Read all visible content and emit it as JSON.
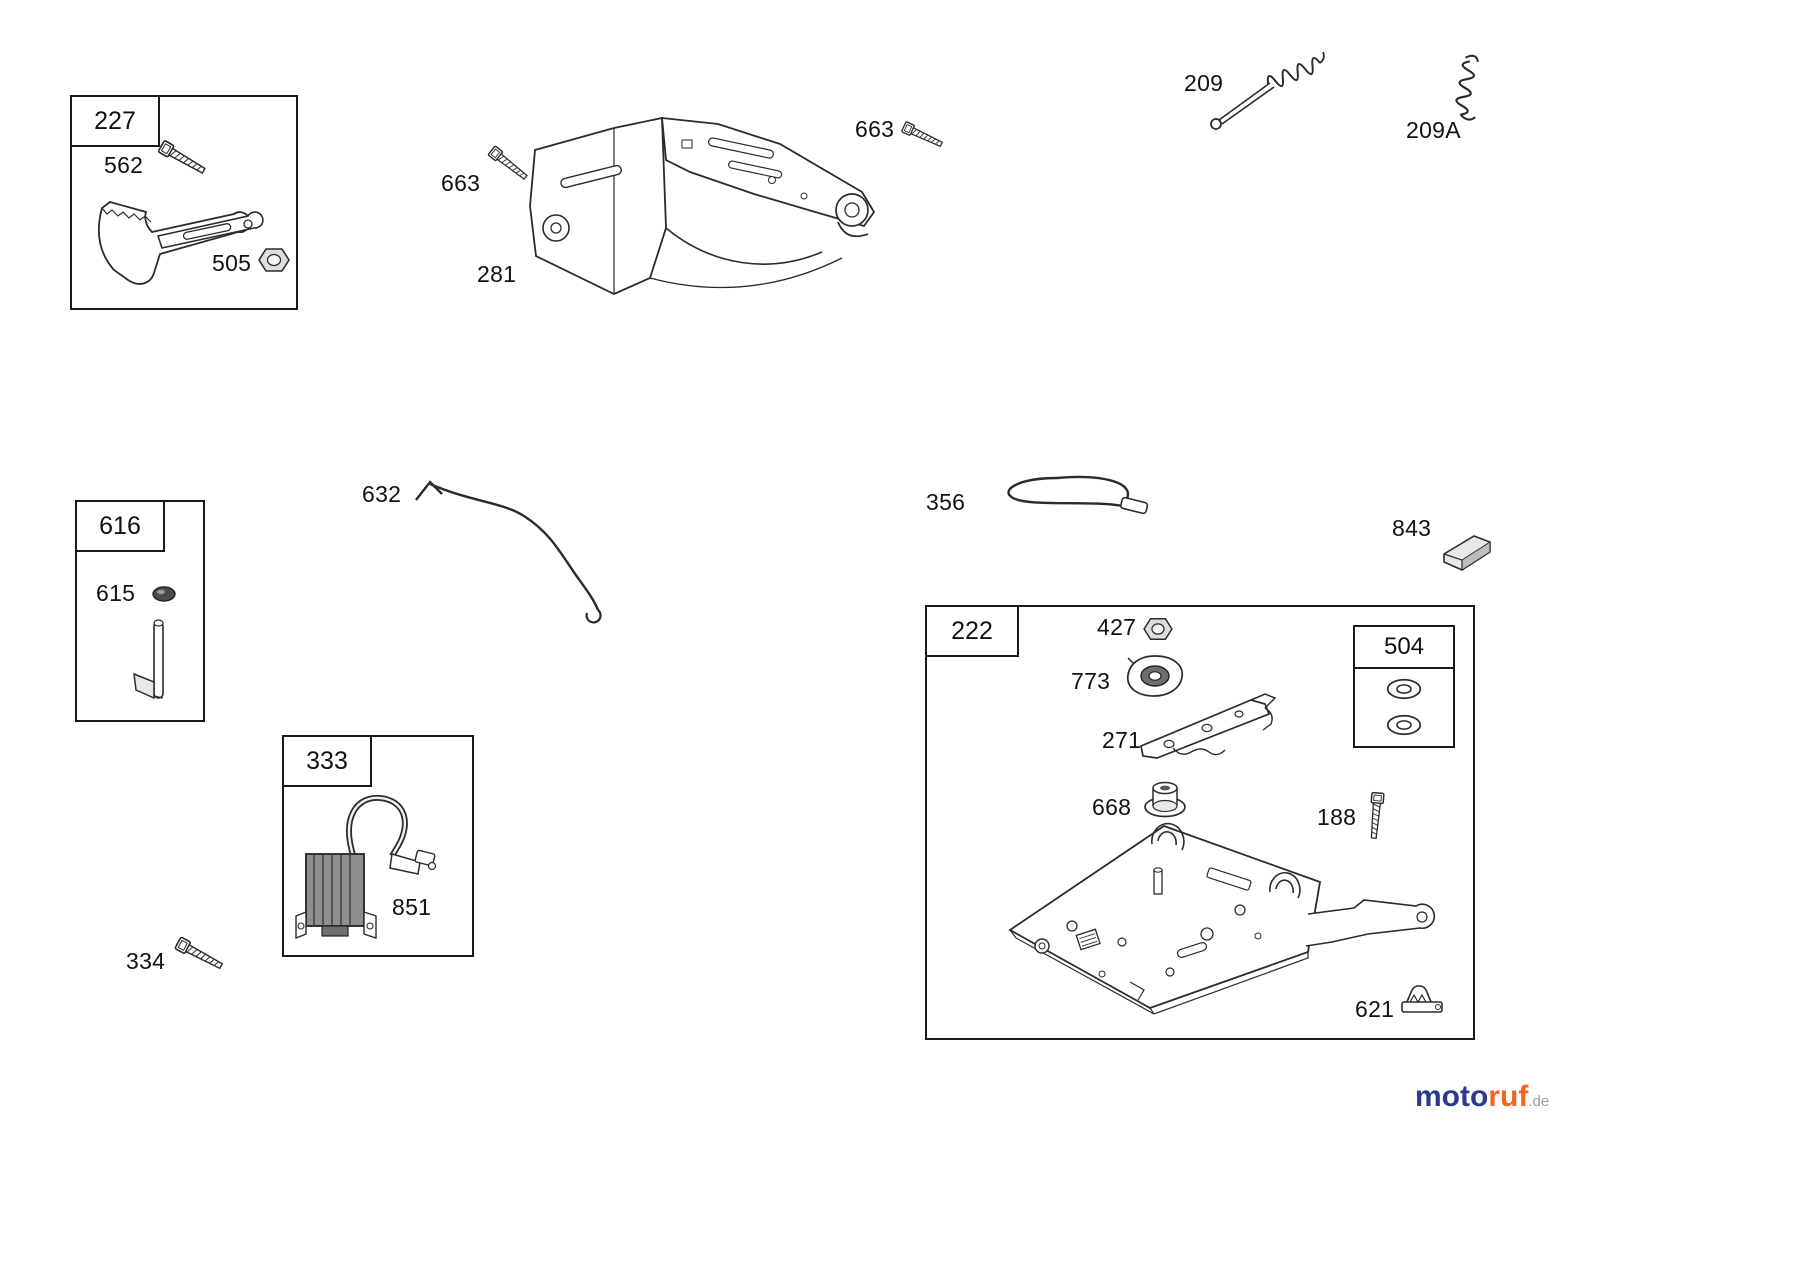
{
  "boxes": {
    "b227": "227",
    "b616": "616",
    "b333": "333",
    "b222": "222",
    "b504": "504"
  },
  "parts": {
    "p562": "562",
    "p505": "505",
    "p663_left": "663",
    "p663_right": "663",
    "p281": "281",
    "p209": "209",
    "p209a": "209A",
    "p632": "632",
    "p356": "356",
    "p843": "843",
    "p615": "615",
    "p427": "427",
    "p773": "773",
    "p271": "271",
    "p668": "668",
    "p188": "188",
    "p851": "851",
    "p334": "334",
    "p621": "621"
  },
  "watermark": {
    "brand_part1": "moto",
    "brand_part2": "ruf",
    "tld": ".de",
    "brand_color_1": "#2b3990",
    "brand_color_2": "#f26522",
    "tld_color": "#9a9a9a"
  }
}
